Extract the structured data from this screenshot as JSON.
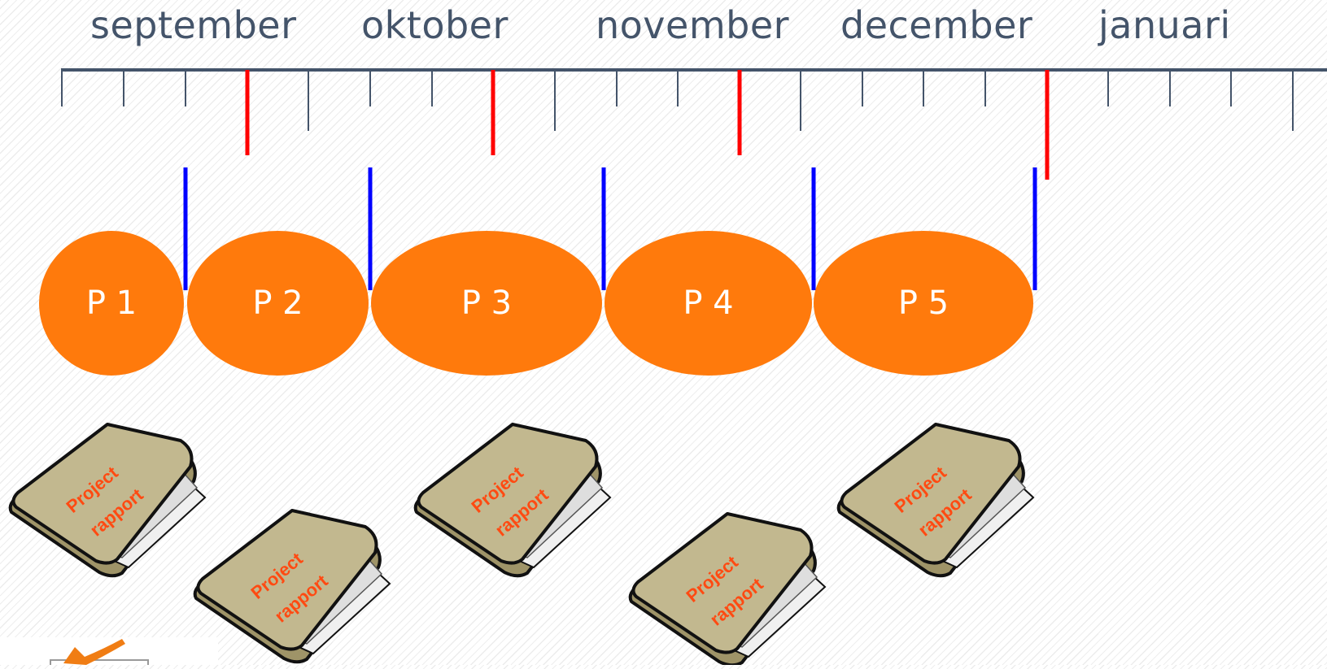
{
  "timeline": {
    "months": [
      "september",
      "oktober",
      "november",
      "december",
      "januari"
    ]
  },
  "phases": [
    {
      "label": "P 1"
    },
    {
      "label": "P 2"
    },
    {
      "label": "P 3"
    },
    {
      "label": "P 4"
    },
    {
      "label": "P 5"
    }
  ],
  "reports": [
    {
      "line1": "Project",
      "line2": "rapport"
    },
    {
      "line1": "Project",
      "line2": "rapport"
    },
    {
      "line1": "Project",
      "line2": "rapport"
    },
    {
      "line1": "Project",
      "line2": "rapport"
    },
    {
      "line1": "Project",
      "line2": "rapport"
    }
  ],
  "colors": {
    "axis": "#44546a",
    "deadline_marker": "#ff0000",
    "phase_boundary": "#0000ff",
    "phase_fill": "#ff7a0c",
    "report_text": "#ff4a12",
    "folder": "#c2b88f"
  }
}
